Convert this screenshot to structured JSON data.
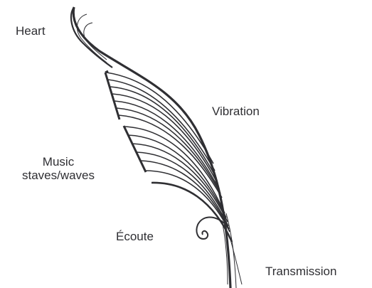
{
  "labels": {
    "heart": "Heart",
    "vibration": "Vibration",
    "music_line1": "Music",
    "music_line2": "staves/waves",
    "ecoute": "Écoute",
    "transmission": "Transmission"
  },
  "colors": {
    "ink": "#2f2f33",
    "background": "#ffffff"
  }
}
